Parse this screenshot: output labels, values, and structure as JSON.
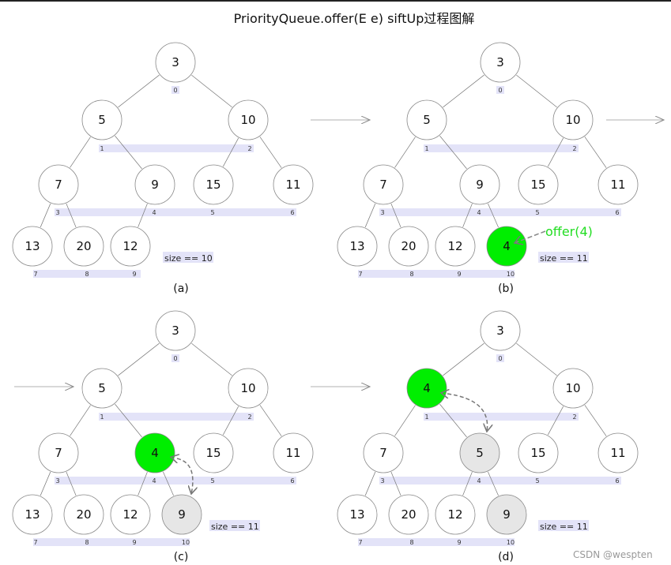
{
  "title": "PriorityQueue.offer(E e) siftUp过程图解",
  "watermark": "CSDN @wespten",
  "colors": {
    "highlight": "#00ee00",
    "swapped": "#e6e6e6",
    "index_bar": "#e3e3f8",
    "offer_text": "#22dd22"
  },
  "panels": [
    {
      "caption": "(a)",
      "values": [
        3,
        5,
        10,
        7,
        9,
        15,
        11,
        13,
        20,
        12
      ],
      "size_label": "size == 10",
      "green": [],
      "gray": []
    },
    {
      "caption": "(b)",
      "values": [
        3,
        5,
        10,
        7,
        9,
        15,
        11,
        13,
        20,
        12,
        4
      ],
      "size_label": "size == 11",
      "green": [
        10
      ],
      "gray": [],
      "offer_label": "offer(4)"
    },
    {
      "caption": "(c)",
      "values": [
        3,
        5,
        10,
        7,
        4,
        15,
        11,
        13,
        20,
        12,
        9
      ],
      "size_label": "size == 11",
      "green": [
        4
      ],
      "gray": [
        10
      ]
    },
    {
      "caption": "(d)",
      "values": [
        3,
        4,
        10,
        7,
        5,
        15,
        11,
        13,
        20,
        12,
        9
      ],
      "size_label": "size == 11",
      "green": [
        1
      ],
      "gray": [
        4,
        10
      ]
    }
  ]
}
